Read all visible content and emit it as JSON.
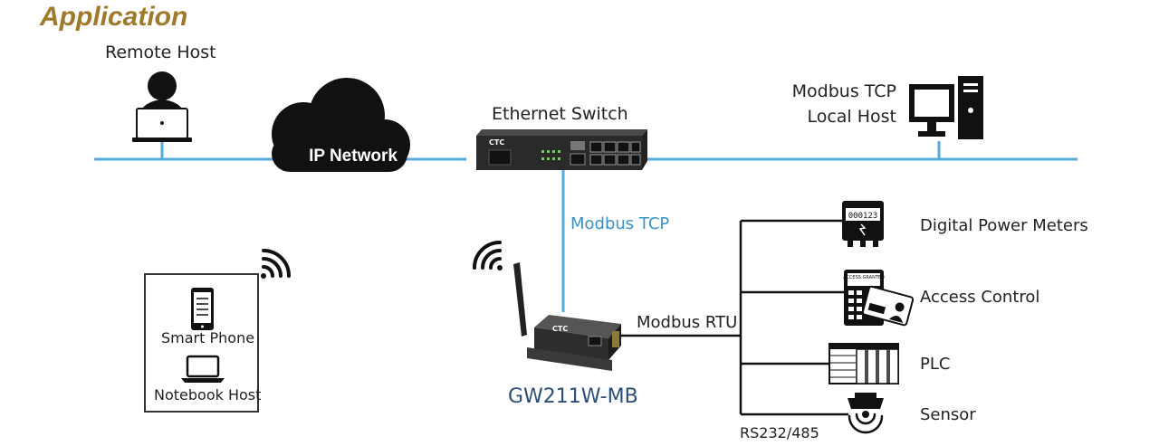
{
  "title": "Application",
  "nodes": {
    "remote_host": "Remote Host",
    "ip_network": "IP Network",
    "ethernet_switch": "Ethernet Switch",
    "local_host_line1": "Modbus TCP",
    "local_host_line2": "Local Host",
    "smart_phone": "Smart Phone",
    "notebook_host": "Notebook Host",
    "gateway": "GW211W-MB",
    "switch_brand": "CTC",
    "gateway_brand": "CTC"
  },
  "links": {
    "modbus_tcp": "Modbus TCP",
    "modbus_rtu": "Modbus RTU",
    "serial_bus": "RS232/485"
  },
  "field_devices": [
    {
      "label": "Digital Power Meters",
      "icon": "power-meter-icon",
      "readout": "000123"
    },
    {
      "label": "Access Control",
      "icon": "access-control-icon",
      "readout": "ACCESS GRANTED"
    },
    {
      "label": "PLC",
      "icon": "plc-icon"
    },
    {
      "label": "Sensor",
      "icon": "sensor-icon"
    }
  ],
  "colors": {
    "title": "#a07a2a",
    "network_line": "#5aa9dc",
    "serial_line": "#111111",
    "gateway_label": "#2a4f7a"
  }
}
